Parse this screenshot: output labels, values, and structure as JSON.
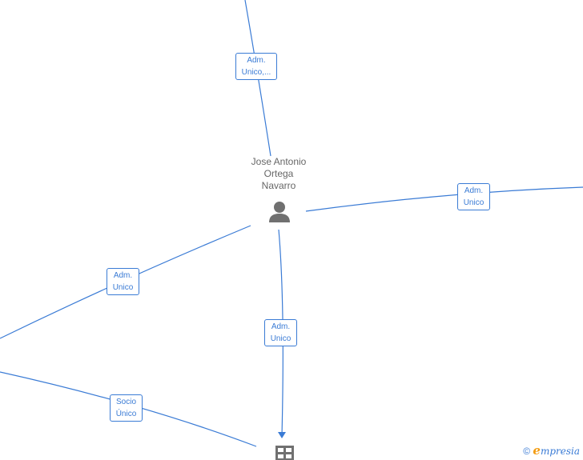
{
  "center_person": {
    "name_lines": [
      "Jose Antonio",
      "Ortega",
      "Navarro"
    ]
  },
  "edge_labels": [
    {
      "id": "top",
      "lines": [
        "Adm.",
        "Unico,..."
      ]
    },
    {
      "id": "right",
      "lines": [
        "Adm.",
        "Unico"
      ]
    },
    {
      "id": "left",
      "lines": [
        "Adm.",
        "Unico"
      ]
    },
    {
      "id": "bottom",
      "lines": [
        "Adm.",
        "Unico"
      ]
    },
    {
      "id": "socio",
      "lines": [
        "Socio",
        "Único"
      ]
    }
  ],
  "watermark": {
    "copyright": "©",
    "brand_initial": "e",
    "brand_rest": "mpresia"
  },
  "colors": {
    "edge": "#3a7bd5",
    "node_icon": "#707070",
    "label_text": "#666666",
    "brand_accent": "#f39c12"
  }
}
